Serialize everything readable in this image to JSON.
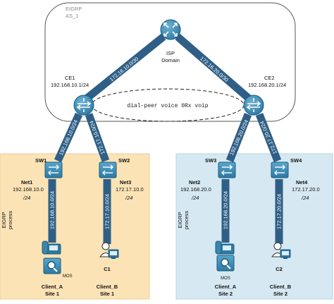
{
  "domain_cloud": {
    "line1": "EIGRP",
    "line2": "AS_1"
  },
  "isp": {
    "line1": "ISP",
    "line2": "Domain"
  },
  "ce1": {
    "name": "CE1",
    "ip": "192.168.10.1/24"
  },
  "ce2": {
    "name": "CE2",
    "ip": "192.168.20.1/24"
  },
  "dial_peer": "dial-peer voice 0Rx voip",
  "links": {
    "isp_ce1": "172.16.10.0/30",
    "isp_ce2": "172.16.20.0/30",
    "ce1_sw1": "192.168.10.0/24",
    "ce1_sw2": "172.17.10.0/24",
    "ce2_sw3": "192.168.20.0/24",
    "ce2_sw4": "172.17.20.0/24",
    "sw1_client": "192.168.10.0/24",
    "sw2_client": "172.17.10.0/24",
    "sw3_client": "192.168.20.0/24",
    "sw4_client": "172.17.20.0/24"
  },
  "site1": {
    "process_label": "EIGRP\nprocess",
    "sw1": "SW1",
    "sw2": "SW2",
    "net1": {
      "name": "Net1",
      "ip": "192.168.10.0",
      "mask": "/24"
    },
    "net3": {
      "name": "Net3",
      "ip": "172.17.10.0",
      "mask": "/24"
    },
    "client_a": {
      "name": "Client_A",
      "site": "Site 1",
      "mos": "MOS"
    },
    "client_b": {
      "name": "Client_B",
      "site": "Site 1",
      "pc": "C1"
    }
  },
  "site2": {
    "process_label": "EIGRP\nprocess",
    "sw3": "SW3",
    "sw4": "SW4",
    "net2": {
      "name": "Net2",
      "ip": "192.168.20.0",
      "mask": "/24"
    },
    "net4": {
      "name": "Net4",
      "ip": "172.17.20.0",
      "mask": "/24"
    },
    "client_a": {
      "name": "Client_A",
      "site": "Site 2",
      "mos": "MOS"
    },
    "client_b": {
      "name": "Client_B",
      "site": "Site 2",
      "pc": "C2"
    }
  },
  "colors": {
    "site1_bg": "#fbe3b6",
    "site2_bg": "#d6e8f2",
    "link": "#2f5f86",
    "device": "#3b86ad",
    "device_stroke": "#1d5b7c"
  }
}
